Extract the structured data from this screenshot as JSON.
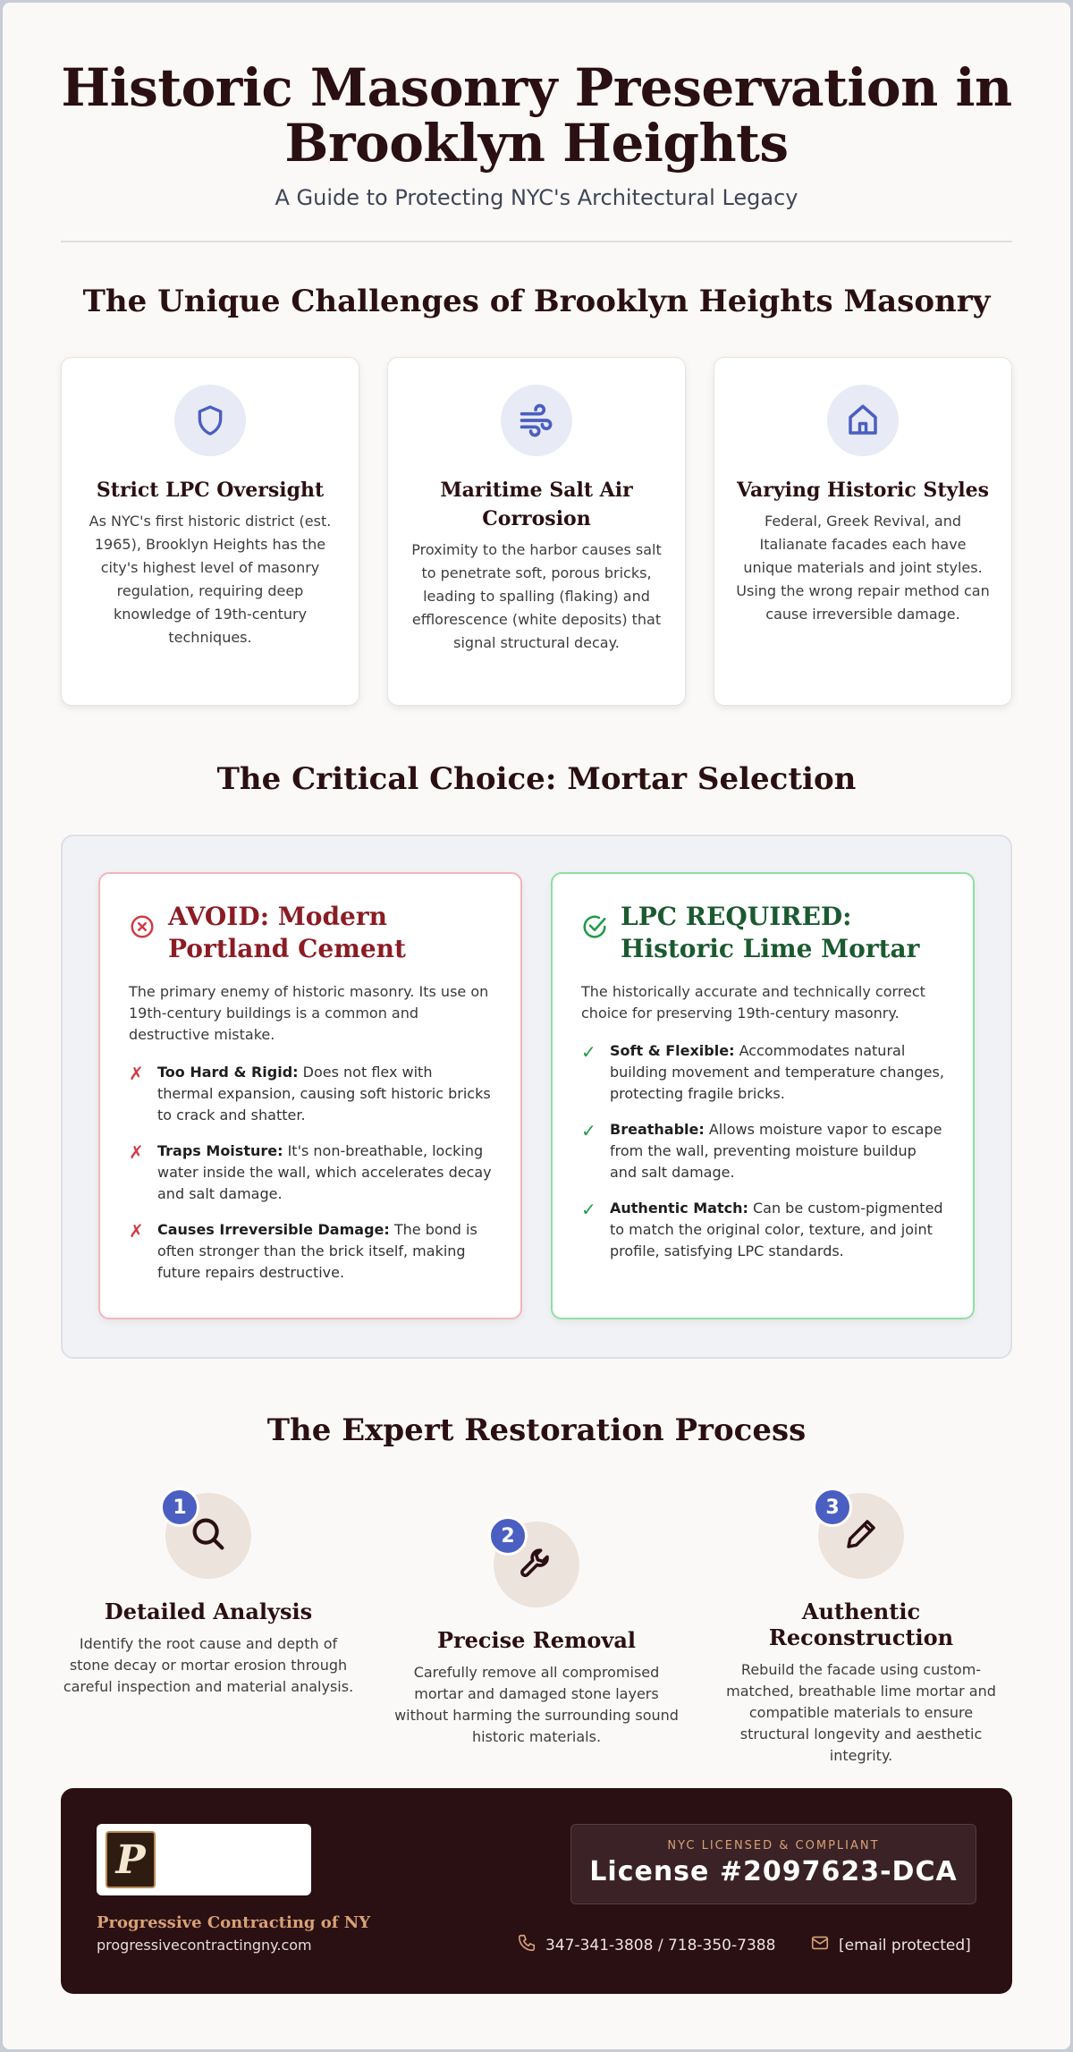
{
  "header": {
    "title": "Historic Masonry Preservation in Brooklyn Heights",
    "subtitle": "A Guide to Protecting NYC's Architectural Legacy"
  },
  "challenges": {
    "title": "The Unique Challenges of Brooklyn Heights Masonry",
    "cards": [
      {
        "icon": "shield-icon",
        "title": "Strict LPC Oversight",
        "text": "As NYC's first historic district (est. 1965), Brooklyn Heights has the city's highest level of masonry regulation, requiring deep knowledge of 19th-century techniques."
      },
      {
        "icon": "wind-icon",
        "title": "Maritime Salt Air Corrosion",
        "text": "Proximity to the harbor causes salt to penetrate soft, porous bricks, leading to spalling (flaking) and efflorescence (white deposits) that signal structural decay."
      },
      {
        "icon": "house-icon",
        "title": "Varying Historic Styles",
        "text": "Federal, Greek Revival, and Italianate facades each have unique materials and joint styles. Using the wrong repair method can cause irreversible damage."
      }
    ]
  },
  "mortar": {
    "title": "The Critical Choice: Mortar Selection",
    "avoid": {
      "title": "AVOID: Modern Portland Cement",
      "intro": "The primary enemy of historic masonry. Its use on 19th-century buildings is a common and destructive mistake.",
      "mark": "✗",
      "items": [
        {
          "bold": "Too Hard & Rigid:",
          "text": " Does not flex with thermal expansion, causing soft historic bricks to crack and shatter."
        },
        {
          "bold": "Traps Moisture:",
          "text": " It's non-breathable, locking water inside the wall, which accelerates decay and salt damage."
        },
        {
          "bold": "Causes Irreversible Damage:",
          "text": " The bond is often stronger than the brick itself, making future repairs destructive."
        }
      ]
    },
    "required": {
      "title": "LPC REQUIRED: Historic Lime Mortar",
      "intro": "The historically accurate and technically correct choice for preserving 19th-century masonry.",
      "mark": "✓",
      "items": [
        {
          "bold": "Soft & Flexible:",
          "text": " Accommodates natural building movement and temperature changes, protecting fragile bricks."
        },
        {
          "bold": "Breathable:",
          "text": " Allows moisture vapor to escape from the wall, preventing moisture buildup and salt damage."
        },
        {
          "bold": "Authentic Match:",
          "text": " Can be custom-pigmented to match the original color, texture, and joint profile, satisfying LPC standards."
        }
      ]
    }
  },
  "process": {
    "title": "The Expert Restoration Process",
    "steps": [
      {
        "num": "1",
        "icon": "magnifier-icon",
        "title": "Detailed Analysis",
        "text": "Identify the root cause and depth of stone decay or mortar erosion through careful inspection and material analysis."
      },
      {
        "num": "2",
        "icon": "wrench-icon",
        "title": "Precise Removal",
        "text": "Carefully remove all compromised mortar and damaged stone layers without harming the surrounding sound historic materials."
      },
      {
        "num": "3",
        "icon": "pencil-icon",
        "title": "Authentic Reconstruction",
        "text": "Rebuild the facade using custom-matched, breathable lime mortar and compatible materials to ensure structural longevity and aesthetic integrity."
      }
    ]
  },
  "footer": {
    "logo_letter": "P",
    "company": "Progressive Contracting of NY",
    "website": "progressivecontractingny.com",
    "license_label": "NYC LICENSED & COMPLIANT",
    "license_number": "License #2097623-DCA",
    "phone": "347-341-3808 / 718-350-7388",
    "email": "[email protected]"
  },
  "colors": {
    "dark": "#2a0f13",
    "accent_blue": "#4a5fc1",
    "avoid_red": "#8b1c24",
    "required_green": "#1b5a30",
    "gold": "#d9a273"
  }
}
